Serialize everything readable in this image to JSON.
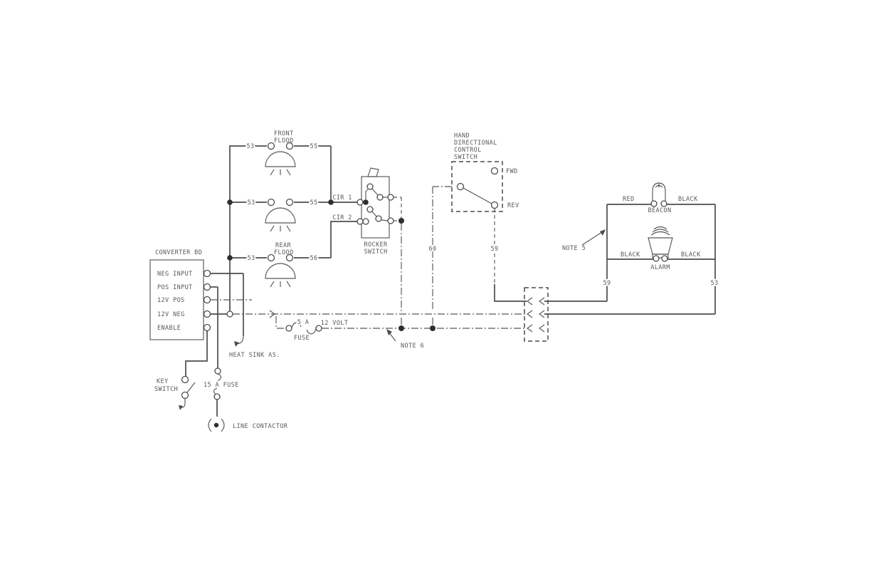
{
  "components": {
    "front_flood": {
      "label_line1": "FRONT",
      "label_line2": "FLOOD"
    },
    "rear_flood": {
      "label_line1": "REAR",
      "label_line2": "FLOOD"
    },
    "rocker_switch": {
      "label_line1": "ROCKER",
      "label_line2": "SWITCH"
    },
    "hand_switch": {
      "label_line1": "HAND",
      "label_line2": "DIRECTIONAL",
      "label_line3": "CONTROL",
      "label_line4": "SWITCH",
      "fwd": "FWD",
      "rev": "REV"
    },
    "converter": {
      "title": "CONVERTER BD",
      "terminals": [
        "NEG INPUT",
        "POS INPUT",
        "12V POS",
        "12V NEG",
        "ENABLE"
      ]
    },
    "heat_sink": "HEAT SINK AS.",
    "key_switch": {
      "label_line1": "KEY",
      "label_line2": "SWITCH"
    },
    "fuse_15a": "15 A FUSE",
    "fuse_5a": {
      "label_line1": "5 A",
      "label_line2": "FUSE"
    },
    "line_contactor": "LINE CONTACTOR",
    "beacon": {
      "name": "BEACON",
      "left_wire": "RED",
      "right_wire": "BLACK"
    },
    "alarm": {
      "name": "ALARM",
      "left_wire": "BLACK",
      "right_wire": "BLACK"
    }
  },
  "wires": {
    "w53": "53",
    "w55": "55",
    "w56": "56",
    "w59": "59",
    "w60": "60",
    "w12v": "12 VOLT",
    "cir1": "CIR 1",
    "cir2": "CIR 2"
  },
  "notes": {
    "note5": "NOTE 5",
    "note6": "NOTE 6"
  },
  "colors": {
    "background": "#ffffff",
    "line": "#4c4c4c",
    "text": "#5a5a5a"
  }
}
